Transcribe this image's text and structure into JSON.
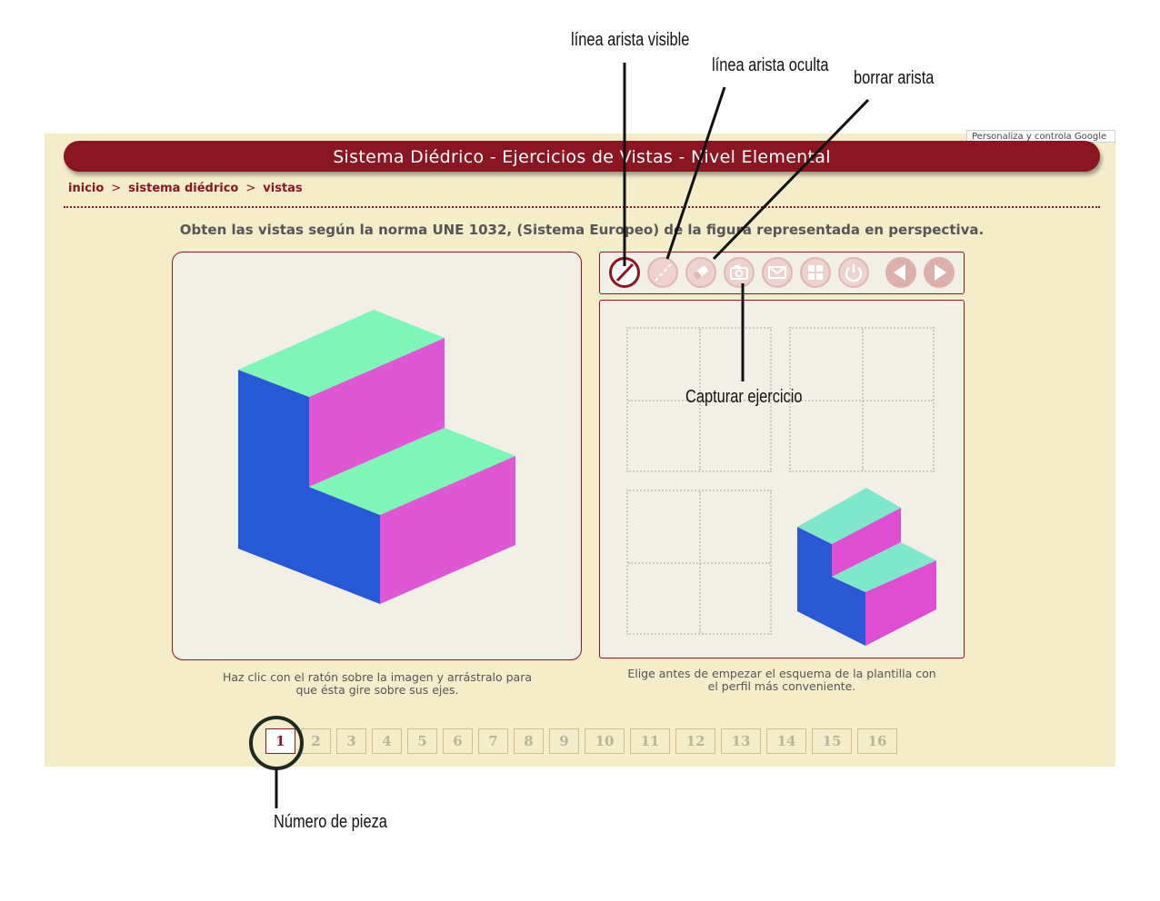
{
  "app": {
    "title": "Sistema Diédrico - Ejercicios de Vistas - Nivel Elemental",
    "google_tooltip": "Personaliza y controla Google",
    "breadcrumb": [
      "inicio",
      "sistema diédrico",
      "vistas"
    ],
    "breadcrumb_separator": ">",
    "instructions": "Obten las vistas según la norma UNE 1032, (Sistema Europeo) de la figura representada en perspectiva.",
    "left_caption_line1": "Haz clic con el ratón sobre la imagen y arrástralo para",
    "left_caption_line2": "que ésta gire sobre sus ejes.",
    "right_caption_line1": "Elige antes de empezar el esquema de la plantilla con",
    "right_caption_line2": "el perfil más conveniente."
  },
  "toolbar": {
    "buttons": [
      {
        "icon": "visible-edge-line-icon",
        "active": true
      },
      {
        "icon": "hidden-edge-line-icon",
        "active": false
      },
      {
        "icon": "eraser-icon",
        "active": false
      },
      {
        "icon": "camera-icon",
        "active": false
      },
      {
        "icon": "envelope-icon",
        "active": false
      },
      {
        "icon": "layout-template-icon",
        "active": false
      },
      {
        "icon": "power-icon",
        "active": false
      },
      {
        "icon": "previous-arrow-icon",
        "active": false
      },
      {
        "icon": "next-arrow-icon",
        "active": false
      }
    ]
  },
  "pages": {
    "current": "1",
    "numbers": [
      "1",
      "2",
      "3",
      "4",
      "5",
      "6",
      "7",
      "8",
      "9",
      "10",
      "11",
      "12",
      "13",
      "14",
      "15",
      "16"
    ]
  },
  "annotations": {
    "visible_edge": "línea arista visible",
    "hidden_edge": "línea arista oculta",
    "erase_edge": "borrar arista",
    "capture": "Capturar ejercicio",
    "piece_number": "Número de pieza"
  },
  "colors": {
    "brand": "#8a1622",
    "background": "#f5ecca",
    "panel": "#f2efe6",
    "face_top": "#7ff5b7",
    "face_right": "#dd58d2",
    "face_left": "#2759d6",
    "mini_top": "#80e6cc",
    "mini_right": "#dd4fd0",
    "mini_left": "#2a58d4"
  }
}
